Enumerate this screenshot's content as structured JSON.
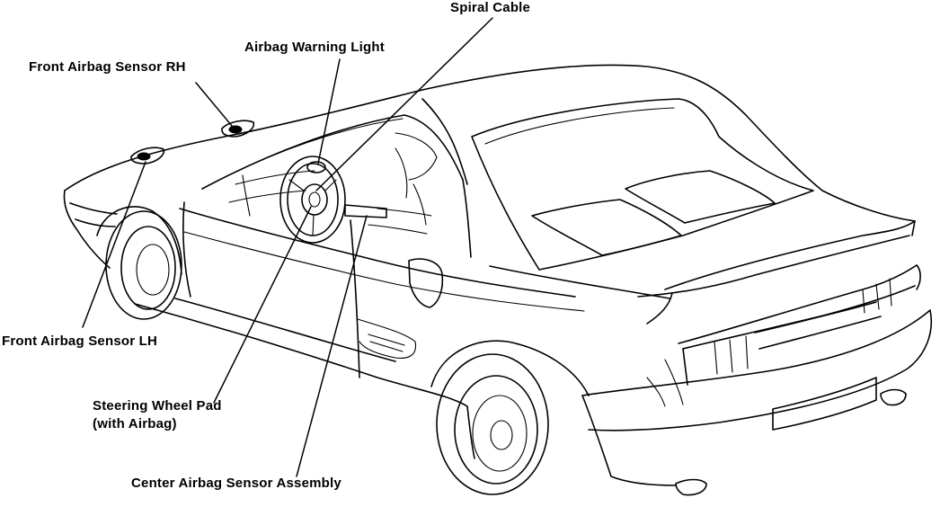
{
  "labels": {
    "spiral_cable": "Spiral Cable",
    "airbag_warning_light": "Airbag Warning Light",
    "front_airbag_sensor_rh": "Front Airbag Sensor RH",
    "front_airbag_sensor_lh": "Front Airbag Sensor LH",
    "steering_wheel_pad_line1": "Steering Wheel Pad",
    "steering_wheel_pad_line2": "(with Airbag)",
    "center_airbag_sensor_assembly": "Center Airbag Sensor Assembly"
  },
  "colors": {
    "ink": "#000000",
    "paper": "#ffffff"
  }
}
